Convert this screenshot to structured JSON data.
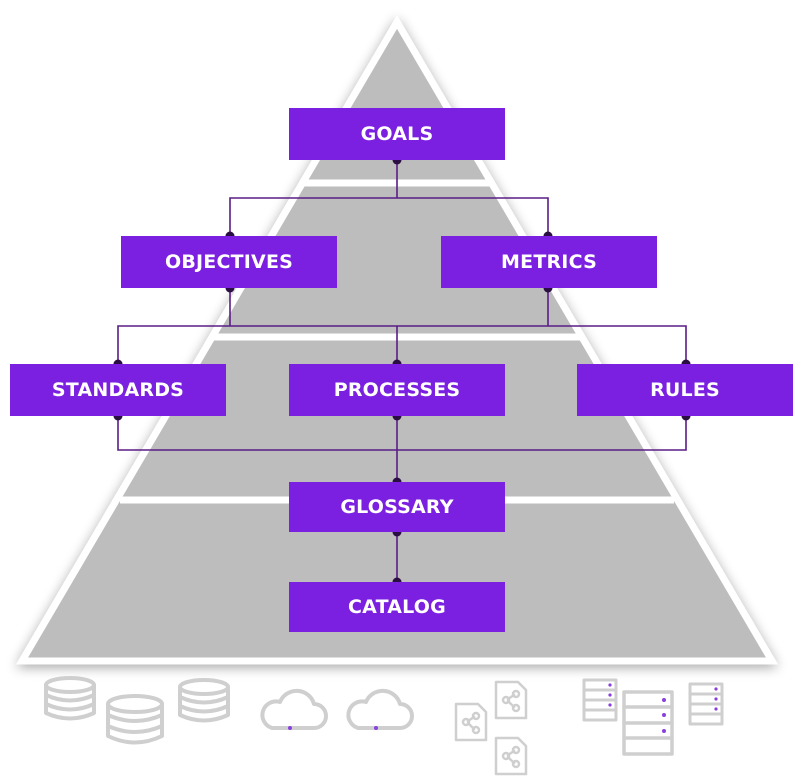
{
  "colors": {
    "accent": "#7b1fe0",
    "connector": "#5a1d86",
    "dot": "#2b0f44",
    "pyramid_fill": "#bdbdbd",
    "pyramid_stroke": "#ffffff",
    "icon_stroke": "#cfcfcf",
    "icon_accent": "#8a3fe0"
  },
  "nodes": {
    "goals": "GOALS",
    "objectives": "OBJECTIVES",
    "metrics": "METRICS",
    "standards": "STANDARDS",
    "processes": "PROCESSES",
    "rules": "RULES",
    "glossary": "GLOSSARY",
    "catalog": "CATALOG"
  },
  "sources": {
    "icons": [
      "database-icon",
      "database-icon",
      "database-icon",
      "cloud-icon",
      "cloud-icon",
      "shared-file-icon",
      "shared-file-icon",
      "shared-file-icon",
      "server-rack-icon",
      "server-rack-icon",
      "server-rack-icon"
    ]
  }
}
